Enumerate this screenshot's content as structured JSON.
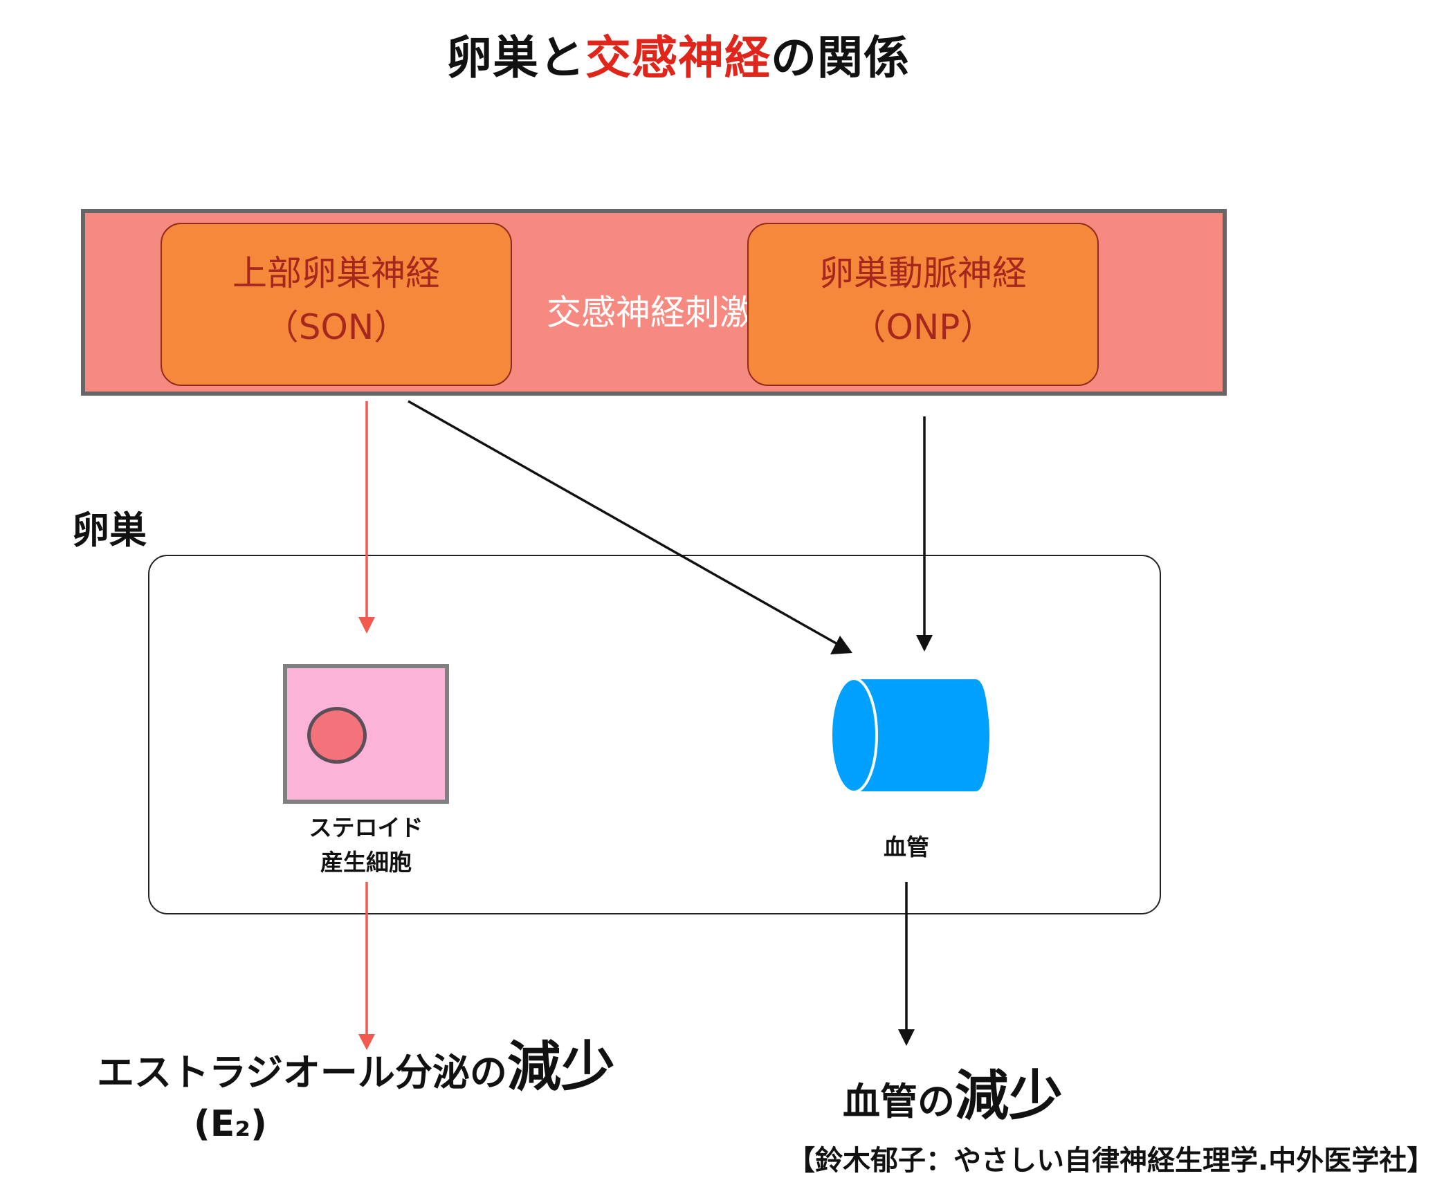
{
  "title": {
    "part1": "卵巣と",
    "accent": "交感神経",
    "part2": "の関係",
    "accent_color": "#e0251b"
  },
  "sympathetic": {
    "label": "交感神経刺激",
    "son": {
      "name": "上部卵巣神経",
      "abbr": "（SON）"
    },
    "onp": {
      "name": "卵巣動脈神経",
      "abbr": "（ONP）"
    }
  },
  "ovary": {
    "label": "卵巣",
    "cell": {
      "line1": "ステロイド",
      "line2": "産生細胞"
    },
    "vessel": {
      "label": "血管",
      "icon": "blood-vessel-icon"
    }
  },
  "results": {
    "left": {
      "text": "エストラジオール分泌の",
      "emphasis": "減少",
      "sub": "(E₂)"
    },
    "right": {
      "text": "血管の",
      "emphasis": "減少"
    }
  },
  "citation": "【鈴木郁子：やさしい自律神経生理学.中外医学社】",
  "colors": {
    "band": "#f68a80",
    "nerve": "#f6883b",
    "cell": "#fbb3d8",
    "nucleus": "#f4737a",
    "vessel": "#00a0ff",
    "red_arrow": "#f25a4f"
  }
}
